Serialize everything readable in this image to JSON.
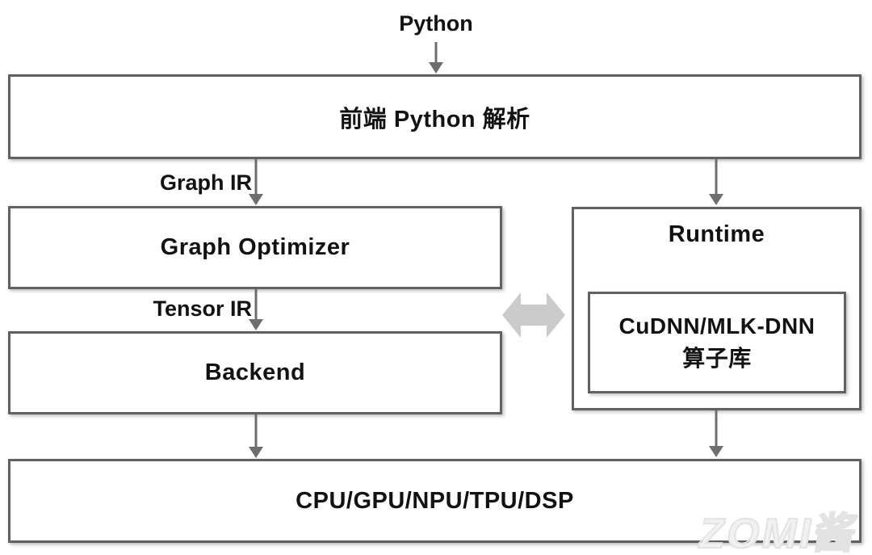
{
  "labels": {
    "python": "Python",
    "graph_ir": "Graph IR",
    "tensor_ir": "Tensor IR"
  },
  "boxes": {
    "frontend": "前端 Python 解析",
    "graph_optimizer": "Graph Optimizer",
    "backend": "Backend",
    "runtime": "Runtime",
    "kernel_library": {
      "line1": "CuDNN/MLK-DNN",
      "line2": "算子库"
    },
    "hardware": "CPU/GPU/NPU/TPU/DSP"
  },
  "watermark": "ZOMI酱",
  "colors": {
    "border": "#616161",
    "arrow": "#6e6e6e",
    "double_arrow": "#cbcbcb",
    "text": "#121212",
    "watermark": "#e3e3e3",
    "background": "#ffffff"
  }
}
